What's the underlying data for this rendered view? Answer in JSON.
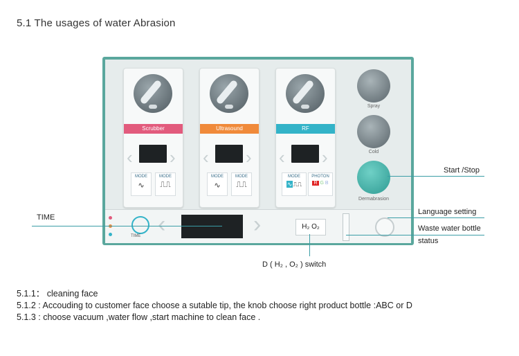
{
  "title": "5.1 The usages of  water Abrasion",
  "cards": [
    {
      "label": "Scrubber",
      "color": "#e25b7d",
      "modes": [
        {
          "label": "MODE",
          "icon": "sine-wave"
        },
        {
          "label": "MODE",
          "icon": "square-wave"
        }
      ]
    },
    {
      "label": "Ultrasound",
      "color": "#f08a3a",
      "modes": [
        {
          "label": "MODE",
          "icon": "sine-wave"
        },
        {
          "label": "MODE",
          "icon": "square-wave"
        }
      ]
    },
    {
      "label": "RF",
      "color": "#33b3c8",
      "modes": [
        {
          "label": "MODE",
          "icon": "sine-wave"
        },
        {
          "label": "PHOTON",
          "icon": "r-g-b"
        }
      ]
    }
  ],
  "photon": {
    "r": "R",
    "g": "G",
    "b": "B"
  },
  "side": {
    "spray": "Spray",
    "cold": "Cold",
    "dermabrasion": "Dermabrasion"
  },
  "bottom": {
    "time_label": "TIME",
    "h2o2": "H₂ O₂"
  },
  "annotations": {
    "time": "TIME",
    "start_stop": "Start /Stop",
    "language": "Language setting",
    "waste": "Waste water bottle",
    "waste_status": "status",
    "switch": "D ( H₂ , O₂ ) switch"
  },
  "notes": [
    "5.1.1： cleaning face",
    "5.1.2  : Accouding to customer face choose a sutable tip, the knob choose right product bottle :ABC or D",
    "5.1.3 : choose vacuum ,water flow ,start machine to clean face ."
  ],
  "colors": {
    "teal": "#5aa79d",
    "accent": "#3a9da6"
  }
}
